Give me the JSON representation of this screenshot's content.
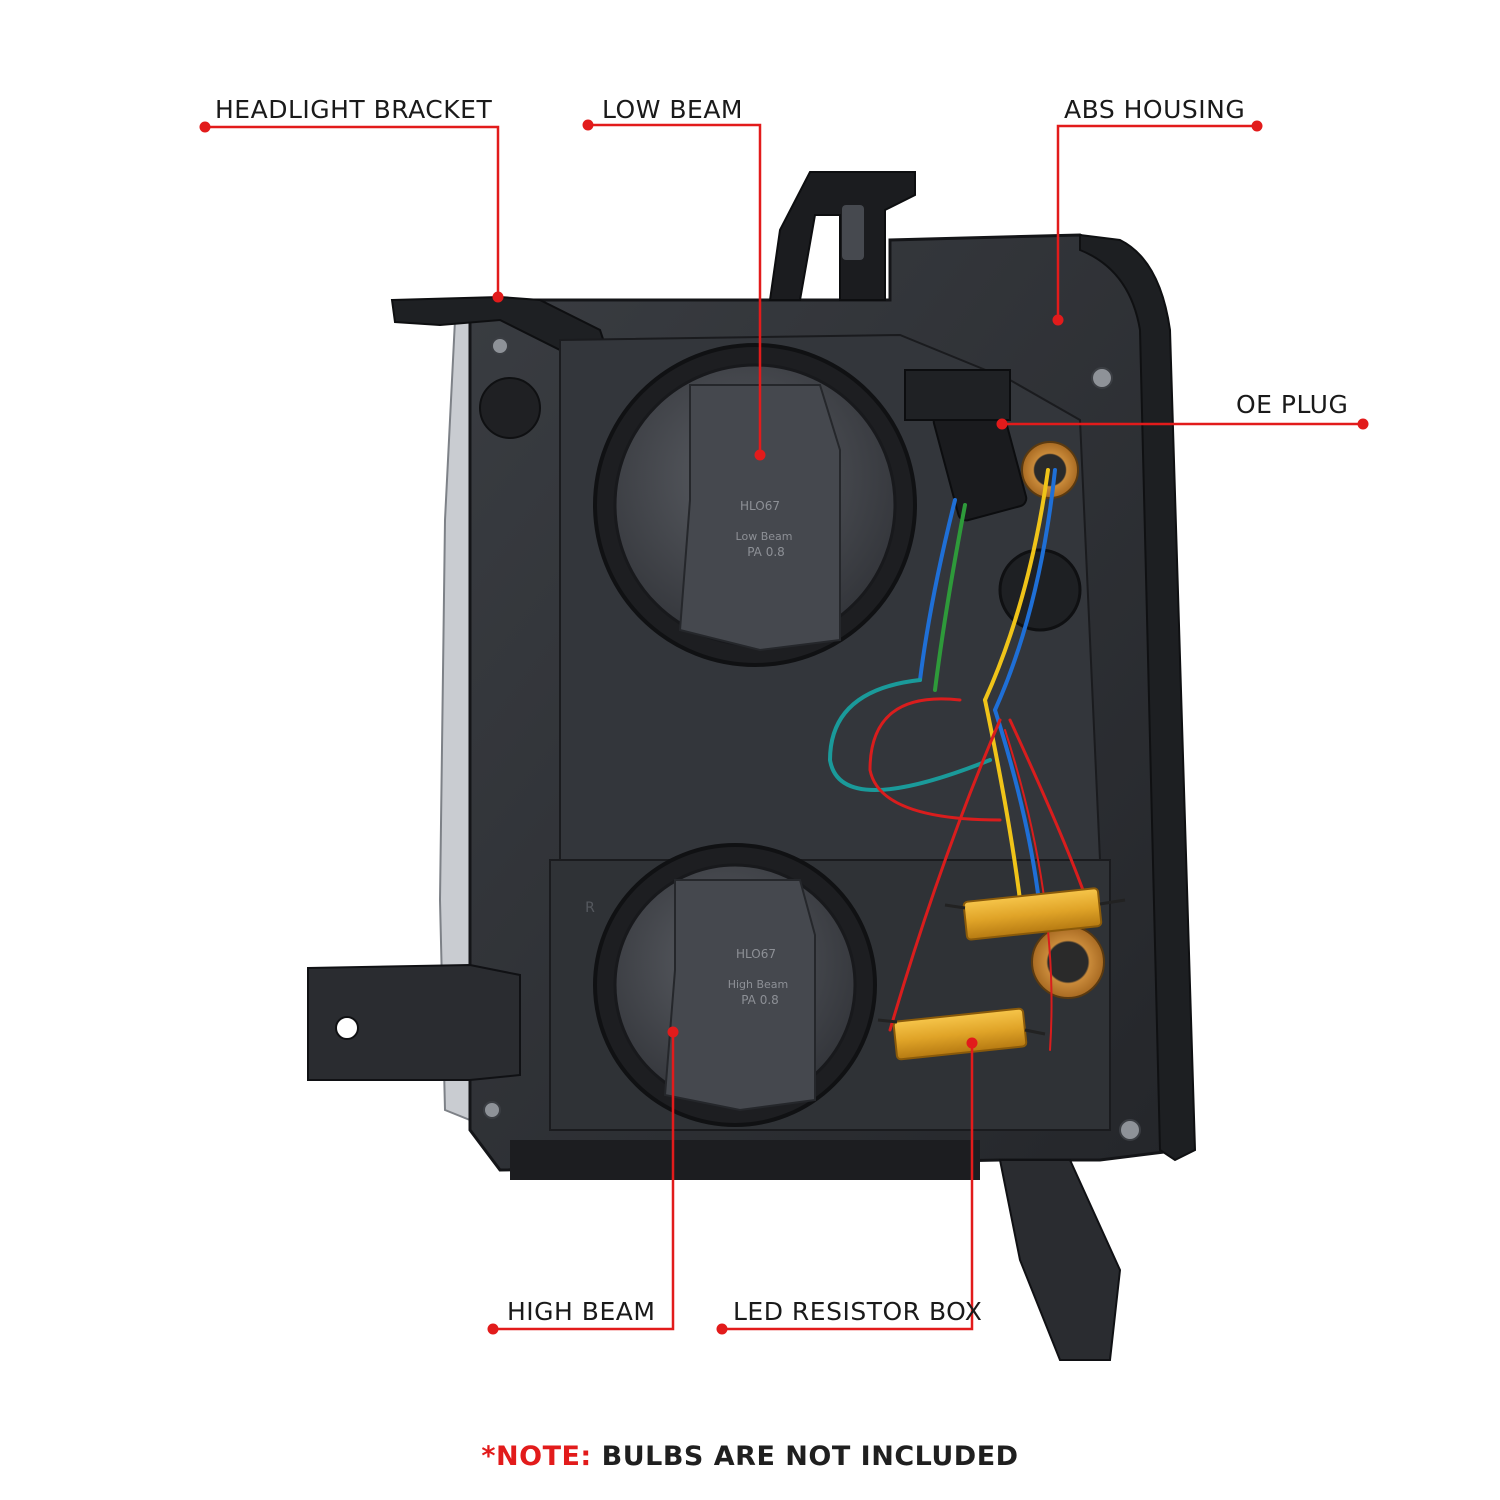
{
  "callouts": {
    "headlight_bracket": "HEADLIGHT BRACKET",
    "low_beam": "LOW BEAM",
    "abs_housing": "ABS HOUSING",
    "oe_plug": "OE PLUG",
    "high_beam": "HIGH BEAM",
    "led_resistor_box": "LED RESISTOR BOX"
  },
  "lens_markings": {
    "low_code": "HLO67",
    "low_type": "Low Beam",
    "low_pa": "PA 0.8",
    "high_code": "HLO67",
    "high_type": "High Beam",
    "high_pa": "PA 0.8",
    "side_mark": "R"
  },
  "note": {
    "prefix": "*NOTE:",
    "text": "BULBS ARE NOT INCLUDED"
  },
  "colors": {
    "accent": "#e21b1b",
    "housing": "#2b2d31",
    "resistor": "#e0a428"
  }
}
